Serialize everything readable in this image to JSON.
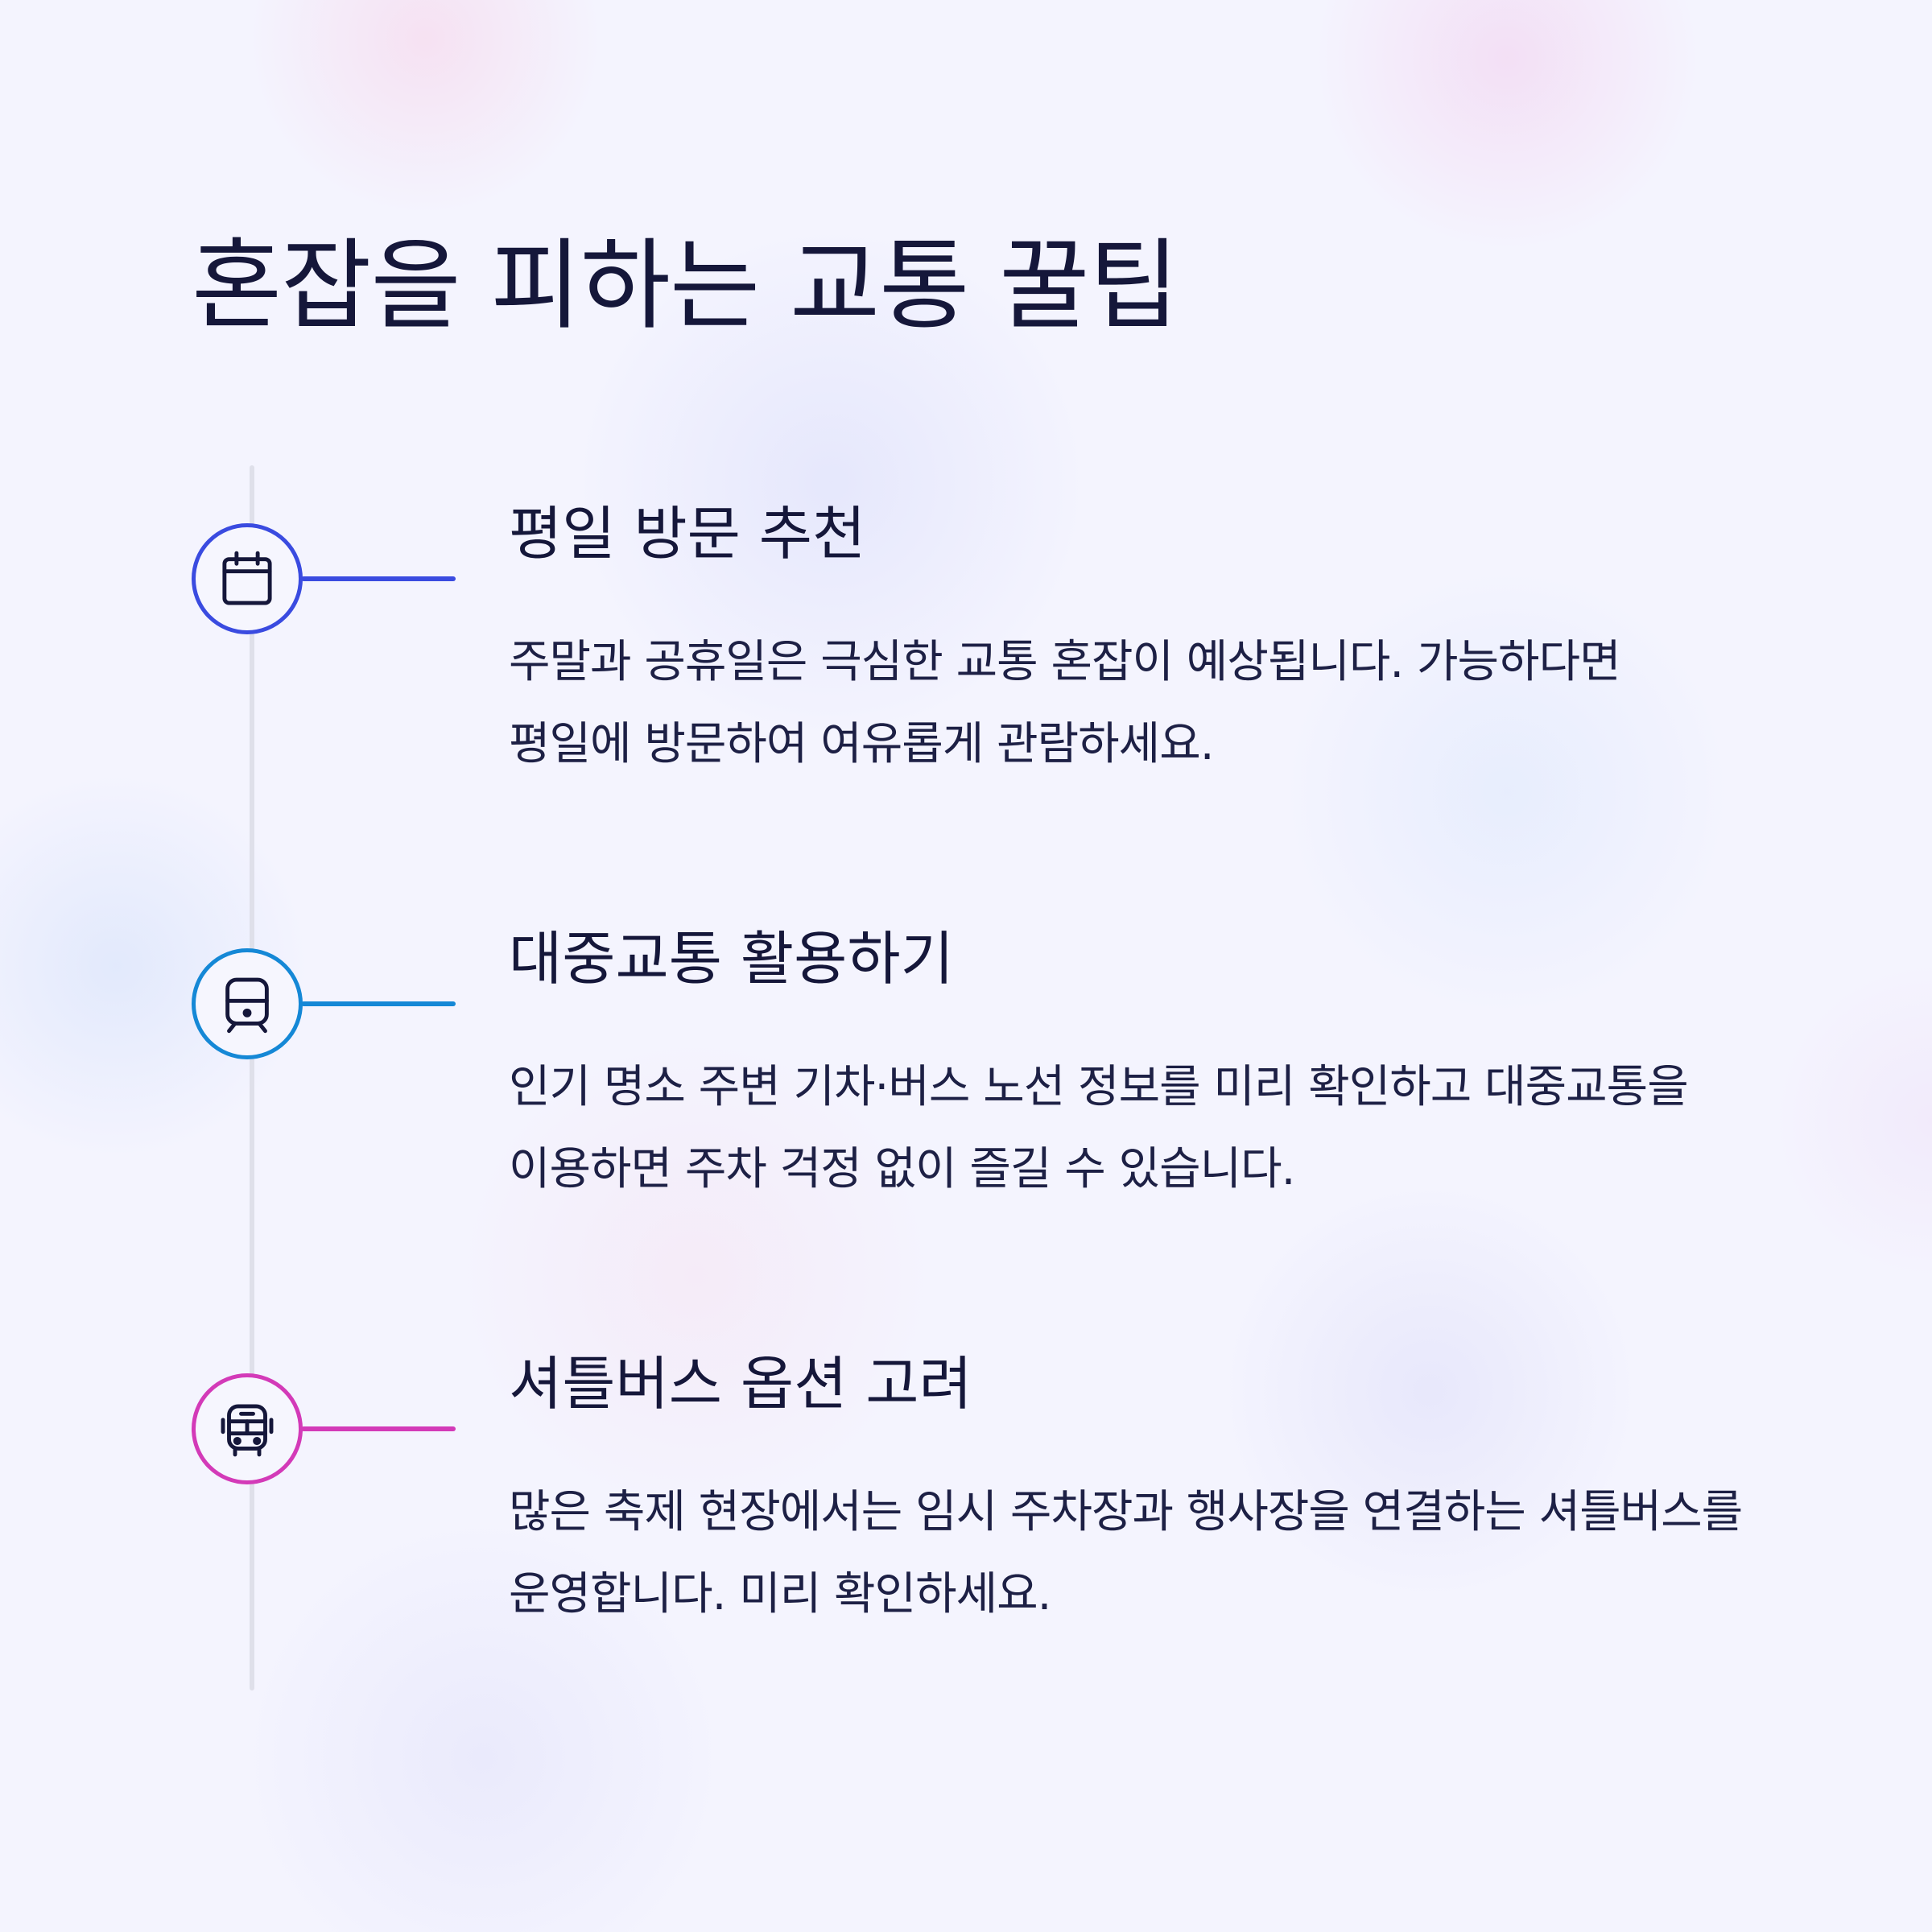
{
  "title": "혼잡을 피하는 교통 꿀팁",
  "tips": [
    {
      "icon": "calendar-icon",
      "accent_color": "#3a4be0",
      "heading": "평일 방문 추천",
      "body": "주말과 공휴일은 극심한 교통 혼잡이 예상됩니다. 가능하다면 평일에 방문하여 여유롭게 관람하세요."
    },
    {
      "icon": "train-icon",
      "accent_color": "#1588d6",
      "heading": "대중교통 활용하기",
      "body": "인기 명소 주변 기차·버스 노선 정보를 미리 확인하고 대중교통을 이용하면 주차 걱정 없이 즐길 수 있습니다."
    },
    {
      "icon": "bus-icon",
      "accent_color": "#d33ab8",
      "heading": "셔틀버스 옵션 고려",
      "body": "많은 축제 현장에서는 임시 주차장과 행사장을 연결하는 셔틀버스를 운영합니다. 미리 확인하세요."
    }
  ]
}
